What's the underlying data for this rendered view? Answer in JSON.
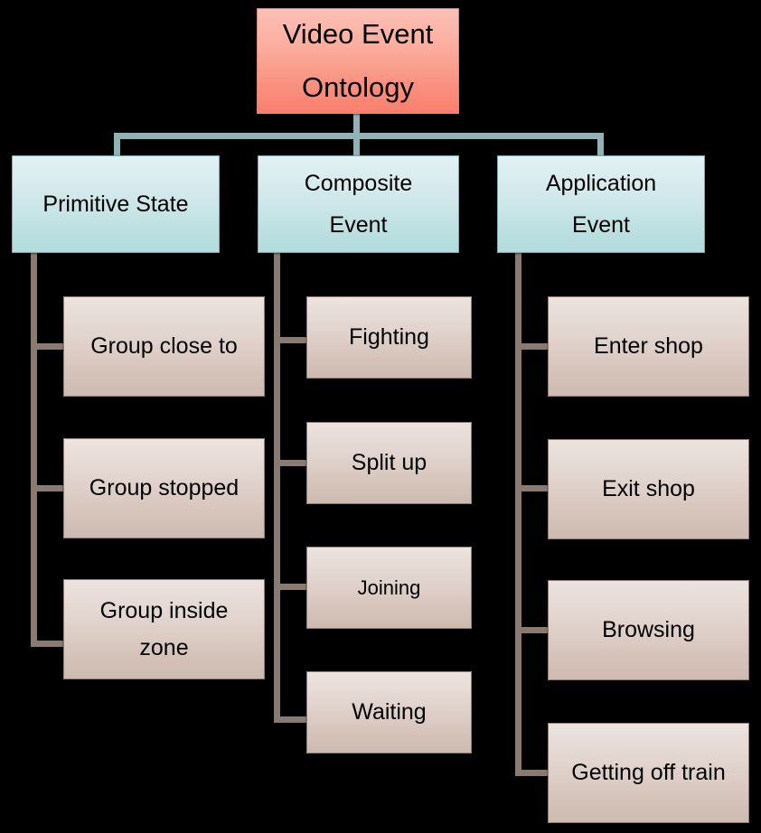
{
  "diagram": {
    "title": "Video Event Ontology",
    "type": "hierarchy-tree",
    "background_color": "#000000",
    "colors": {
      "root_fill_top": "#fcc0b6",
      "root_fill_bottom": "#f97f6d",
      "level2_fill_top": "#e2f1f4",
      "level2_fill_bottom": "#b3dcdd",
      "leaf_fill_top": "#ece3df",
      "leaf_fill_bottom": "#cdbab1",
      "connector_upper": "#8fb3b6",
      "connector_lower": "#8a7b72",
      "text": "#000000"
    }
  },
  "root": {
    "line1": "Video Event",
    "line2": "Ontology"
  },
  "branches": [
    {
      "id": "primitive-state",
      "line1": "Primitive State",
      "line2": "",
      "children": [
        {
          "line1": "Group close to",
          "line2": ""
        },
        {
          "line1": "Group stopped",
          "line2": ""
        },
        {
          "line1": "Group inside",
          "line2": "zone"
        }
      ]
    },
    {
      "id": "composite-event",
      "line1": "Composite",
      "line2": "Event",
      "children": [
        {
          "line1": "Fighting",
          "line2": ""
        },
        {
          "line1": "Split up",
          "line2": ""
        },
        {
          "line1": "Joining",
          "line2": ""
        },
        {
          "line1": "Waiting",
          "line2": ""
        }
      ]
    },
    {
      "id": "application-event",
      "line1": "Application",
      "line2": "Event",
      "children": [
        {
          "line1": "Enter shop",
          "line2": ""
        },
        {
          "line1": "Exit shop",
          "line2": ""
        },
        {
          "line1": "Browsing",
          "line2": ""
        },
        {
          "line1": "Getting off train",
          "line2": ""
        }
      ]
    }
  ]
}
